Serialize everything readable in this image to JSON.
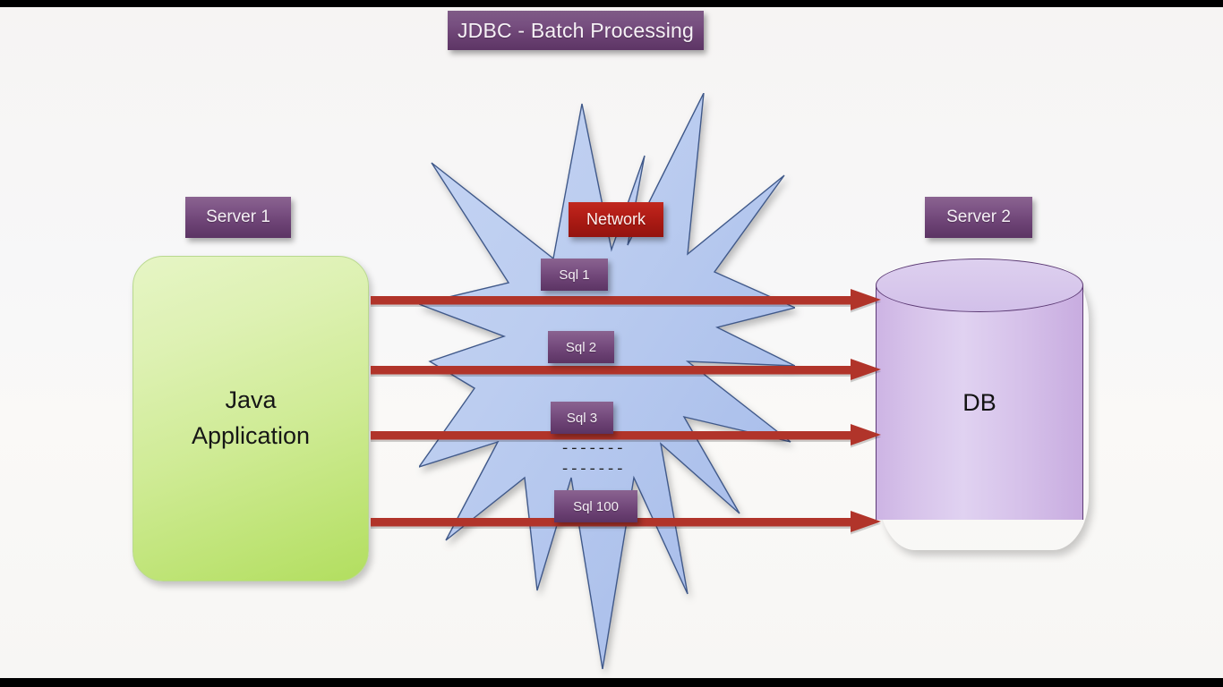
{
  "slide": {
    "title": "JDBC - Batch Processing",
    "background_color": "#f7f6f5",
    "letterbox_color": "#000000"
  },
  "nodes": {
    "server1_label": "Server 1",
    "server2_label": "Server 2",
    "java_application_label": "Java\nApplication",
    "db_label": "DB",
    "network_label": "Network"
  },
  "statements": [
    {
      "label": "Sql 1"
    },
    {
      "label": "Sql 2"
    },
    {
      "label": "Sql 3"
    },
    {
      "label": "Sql 100"
    }
  ],
  "continuation": {
    "line1": "-------",
    "line2": "-------"
  },
  "arrows": [
    {
      "name": "sql-1-arrow"
    },
    {
      "name": "sql-2-arrow"
    },
    {
      "name": "sql-3-arrow"
    },
    {
      "name": "sql-100-arrow"
    }
  ],
  "colors": {
    "title_plate": "#6b4273",
    "label_plate": "#6d4375",
    "network_plate": "#b61f18",
    "arrow": "#b1342a",
    "explosion_fill": "#b4c7ee",
    "explosion_stroke": "#3f5c8d",
    "java_box_fill": "#cfeb95",
    "db_fill": "#d5c0e9",
    "db_stroke": "#5c3a74"
  },
  "icons": {
    "explosion": "explosion-burst-icon",
    "database": "database-cylinder-icon",
    "arrow": "right-arrow-icon"
  }
}
